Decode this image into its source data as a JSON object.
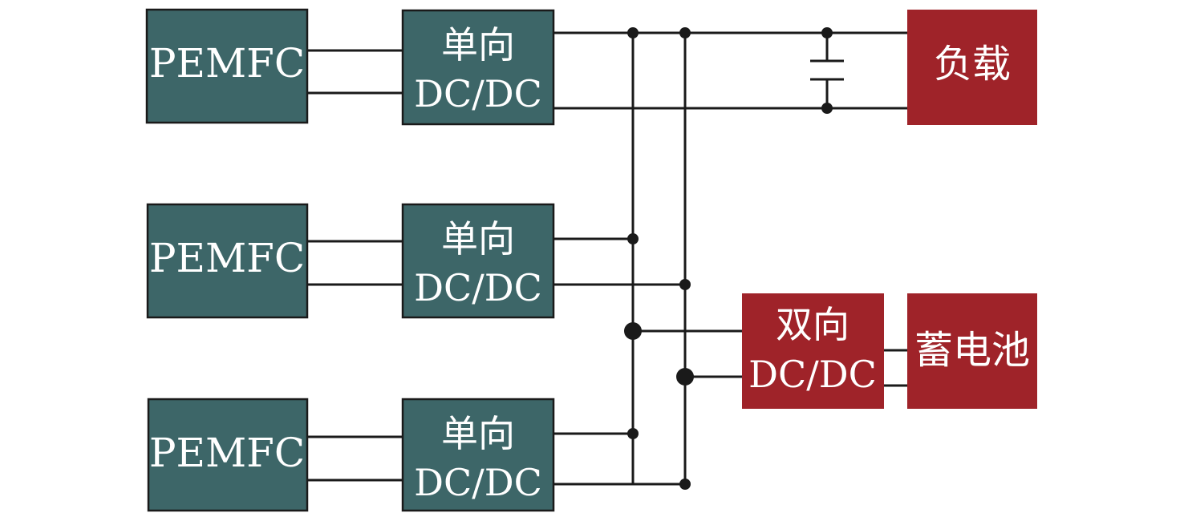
{
  "colors": {
    "fuel_cell": "#3d6668",
    "converter": "#3d6668",
    "load": "#9f2329",
    "battery": "#9f2329",
    "bidirectional": "#9f2329",
    "wire": "#1a1a1a"
  },
  "blocks": {
    "pemfc_1": {
      "label": "PEMFC"
    },
    "pemfc_2": {
      "label": "PEMFC"
    },
    "pemfc_3": {
      "label": "PEMFC"
    },
    "uni_dcdc_1": {
      "line1": "单向",
      "line2": "DC/DC"
    },
    "uni_dcdc_2": {
      "line1": "单向",
      "line2": "DC/DC"
    },
    "uni_dcdc_3": {
      "line1": "单向",
      "line2": "DC/DC"
    },
    "load": {
      "label": "负载"
    },
    "bi_dcdc": {
      "line1": "双向",
      "line2": "DC/DC"
    },
    "battery": {
      "label": "蓄电池"
    }
  }
}
